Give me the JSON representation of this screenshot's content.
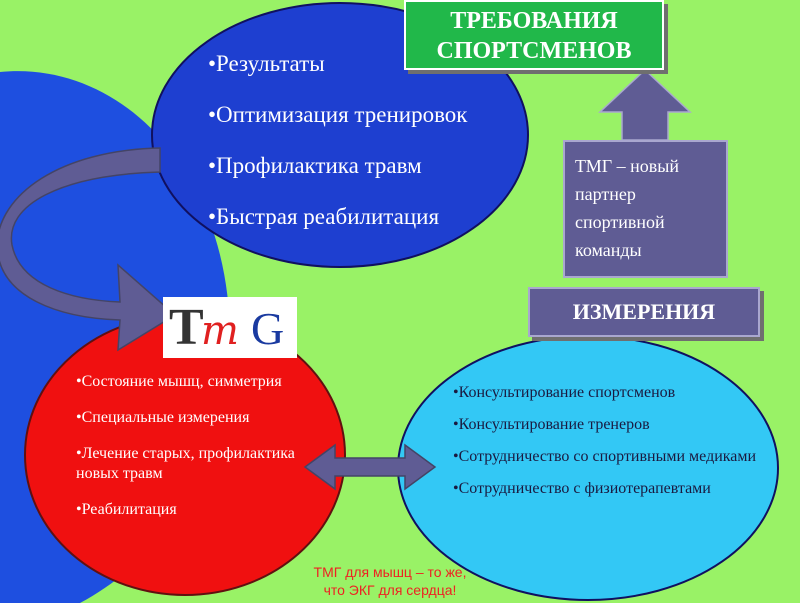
{
  "blue_circle": {
    "items": [
      "•Результаты",
      "•Оптимизация тренировок",
      "•Профилактика травм",
      "•Быстрая реабилитация"
    ]
  },
  "requirements_box": {
    "line1": "ТРЕБОВАНИЯ",
    "line2": "СПОРТСМЕНОВ"
  },
  "tmg_partner_box": {
    "lines": [
      "ТМГ – новый",
      "партнер",
      "спортивной",
      "команды"
    ]
  },
  "measurements_box": {
    "label": "ИЗМЕРЕНИЯ"
  },
  "logo": {
    "t": "T",
    "m": "m",
    "g": "G"
  },
  "red_circle": {
    "items": [
      "•Состояние мышц, симметрия",
      "•Специальные измерения",
      "•Лечение старых, профилактика новых травм",
      "•Реабилитация"
    ]
  },
  "cyan_circle": {
    "items": [
      "•Консультирование спортсменов",
      "•Консультирование тренеров",
      "•Сотрудничество со спортивными медиками",
      "•Сотрудничество с физиотерапевтами"
    ]
  },
  "footer": {
    "line1": "ТМГ для мышц – то же,",
    "line2": "что ЭКГ для сердца!"
  },
  "colors": {
    "background": "#99f266",
    "blue_circle": "#1e3fd0",
    "red_circle": "#f01010",
    "cyan_circle": "#33c8f5",
    "box_purple": "#5f5c94",
    "green_box": "#21b84a",
    "footer_text": "#ee2222"
  }
}
